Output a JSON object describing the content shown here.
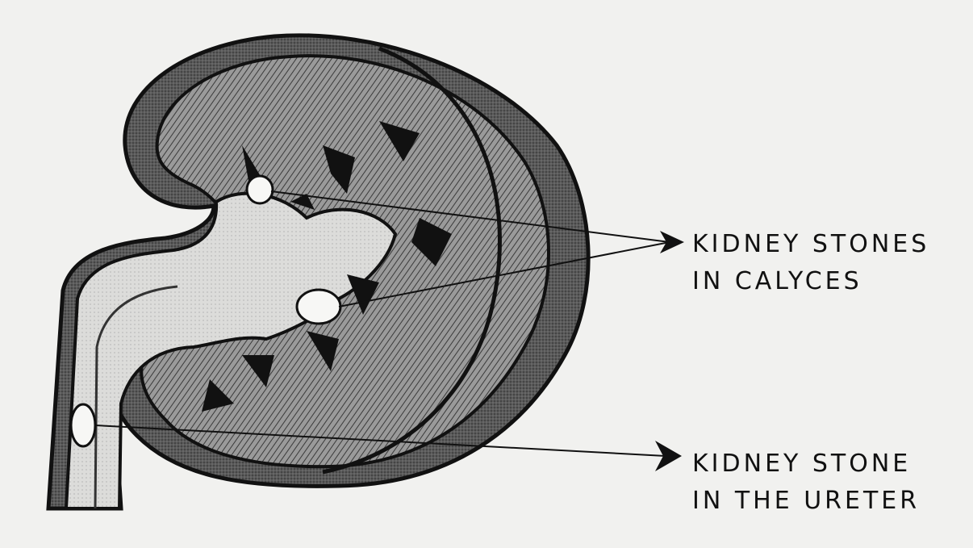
{
  "labels": {
    "calyces": {
      "line1": "KIDNEY STONES",
      "line2": "IN CALYCES"
    },
    "ureter": {
      "line1": "KIDNEY STONE",
      "line2": "IN THE URETER"
    }
  },
  "colors": {
    "paper": "#f1f1ef",
    "ink": "#111111",
    "cortex": "#4a4a4a",
    "medulla": "#8a8a8a",
    "pelvis": "#d8d8d6",
    "stone": "#f7f7f5"
  }
}
